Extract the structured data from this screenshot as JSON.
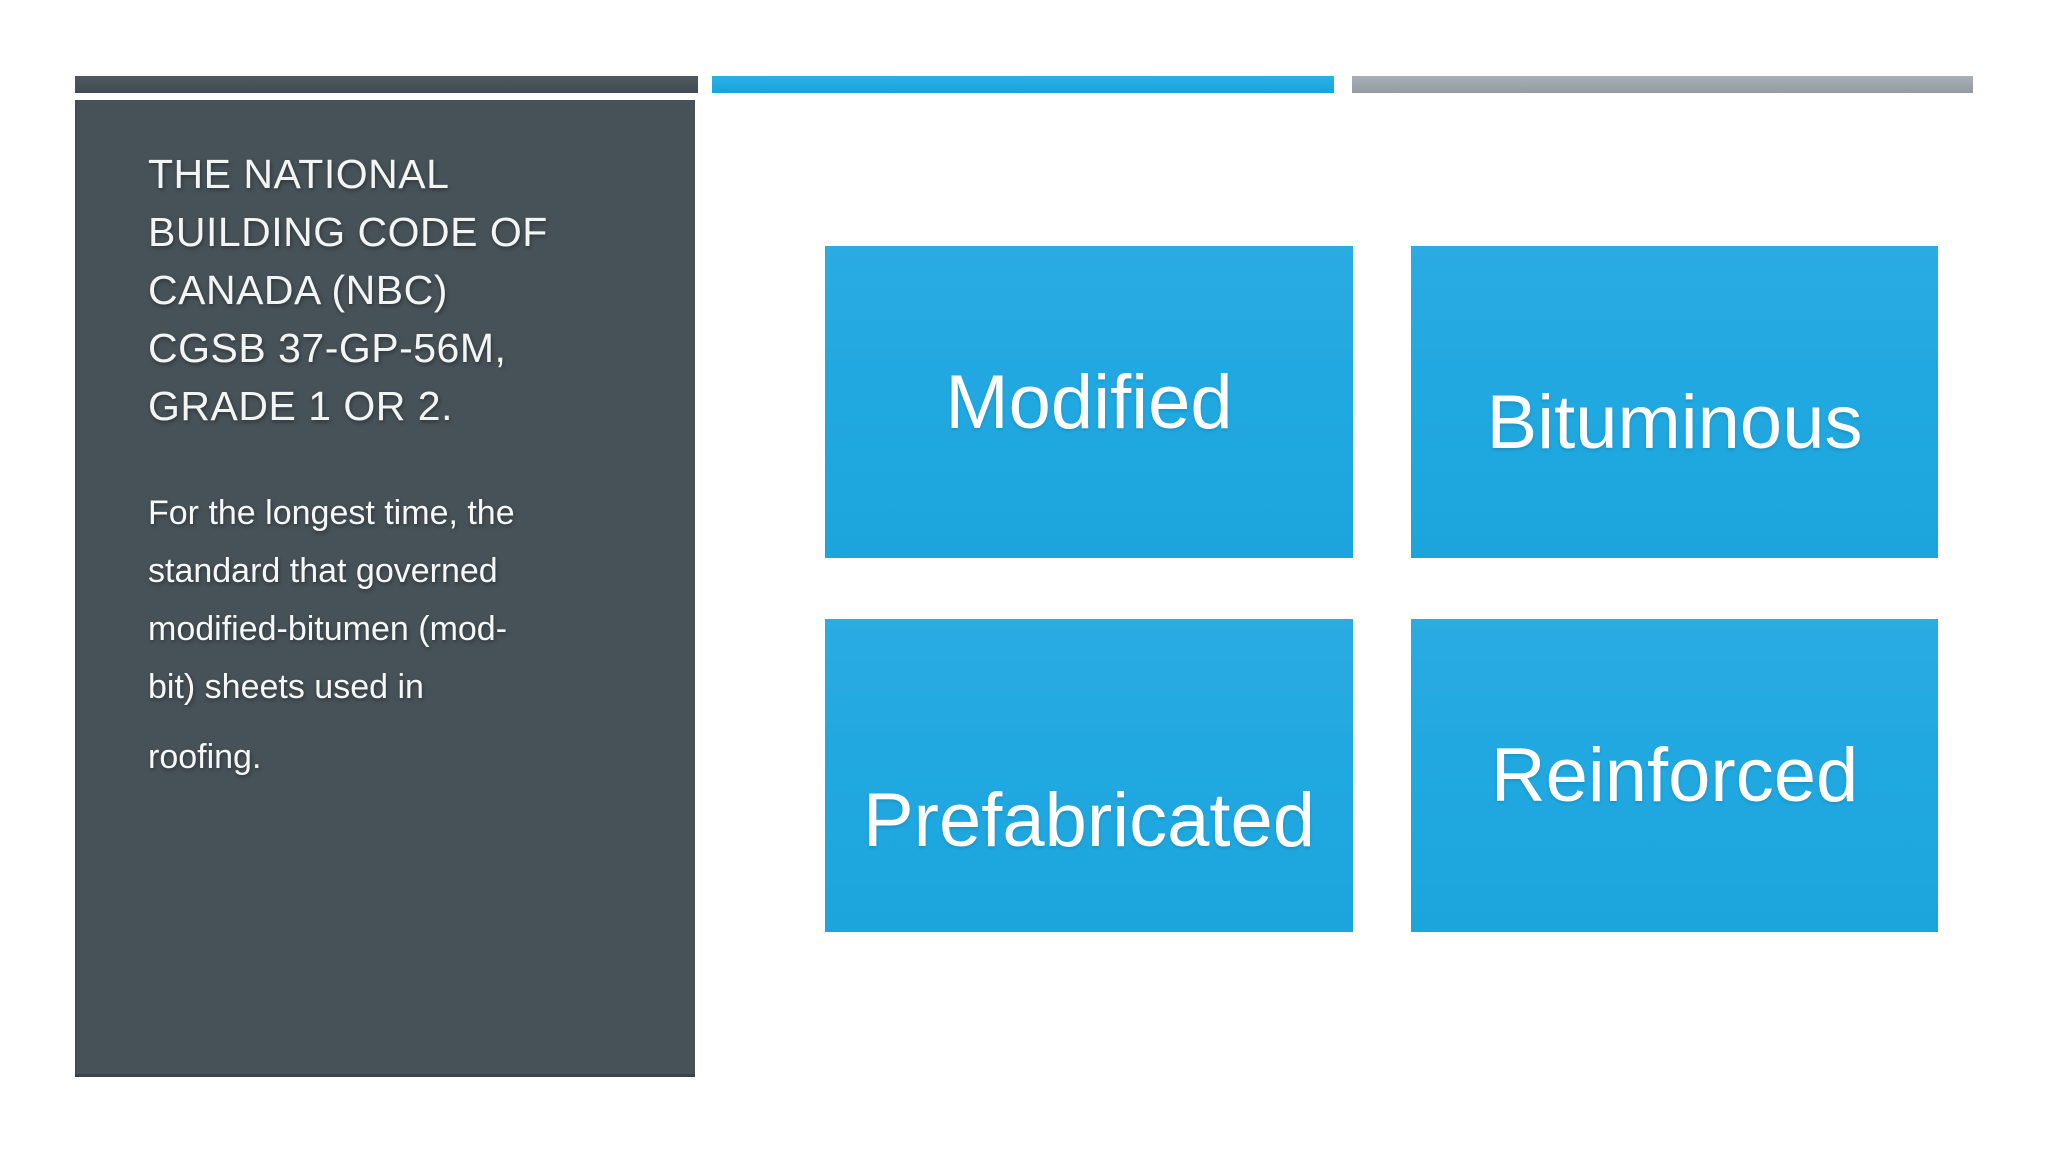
{
  "slide": {
    "colors": {
      "background": "#ffffff",
      "panel_slate": "#475258",
      "accent_blue": "#1ea9e1",
      "accent_gray": "#9ba2aa",
      "tile_blue": "#21a8e0",
      "text_light": "#f2f5f6",
      "tile_text": "#ffffff"
    },
    "sidebar": {
      "title_lines": [
        "THE NATIONAL",
        "BUILDING CODE OF",
        "CANADA (NBC)",
        "CGSB 37-GP-56M,",
        "GRADE 1 OR 2."
      ],
      "title_full": "THE NATIONAL BUILDING CODE OF CANADA (NBC) CGSB 37-GP-56M, GRADE 1 OR 2.",
      "body_lines": [
        "For the longest time, the",
        "standard that governed",
        "modified-bitumen (mod-",
        "bit) sheets used in",
        "roofing."
      ],
      "body_full": "For the longest time, the standard that governed modified-bitumen (mod-bit) sheets used in roofing."
    },
    "tiles": [
      {
        "label": "Modified"
      },
      {
        "label": "Bituminous"
      },
      {
        "label": "Prefabricated"
      },
      {
        "label": "Reinforced"
      }
    ]
  }
}
